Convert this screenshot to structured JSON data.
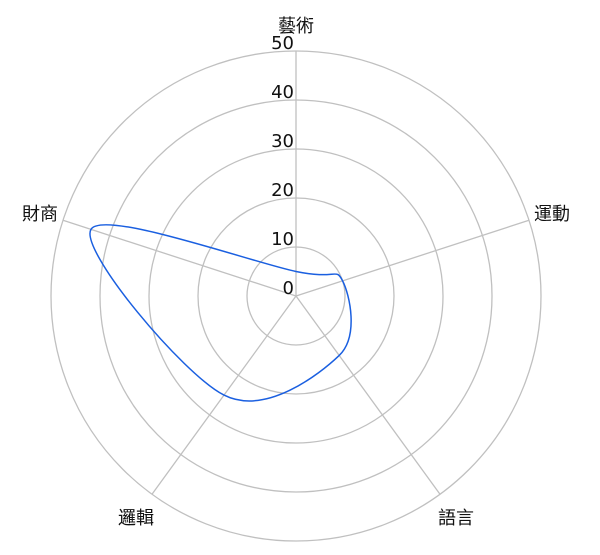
{
  "chart_data": {
    "type": "radar",
    "title": "",
    "categories": [
      "藝術",
      "運動",
      "語言",
      "邏輯",
      "財商"
    ],
    "series": [
      {
        "name": "",
        "values": [
          5,
          10,
          15,
          25,
          44
        ],
        "color": "#1a5fe0"
      }
    ],
    "rlim": [
      0,
      50
    ],
    "ticks": [
      "0",
      "10",
      "20",
      "30",
      "40",
      "50"
    ],
    "tick_values": [
      0,
      10,
      20,
      30,
      40,
      50
    ],
    "grid": true,
    "grid_color": "#c0c0c0",
    "smooth": true
  }
}
